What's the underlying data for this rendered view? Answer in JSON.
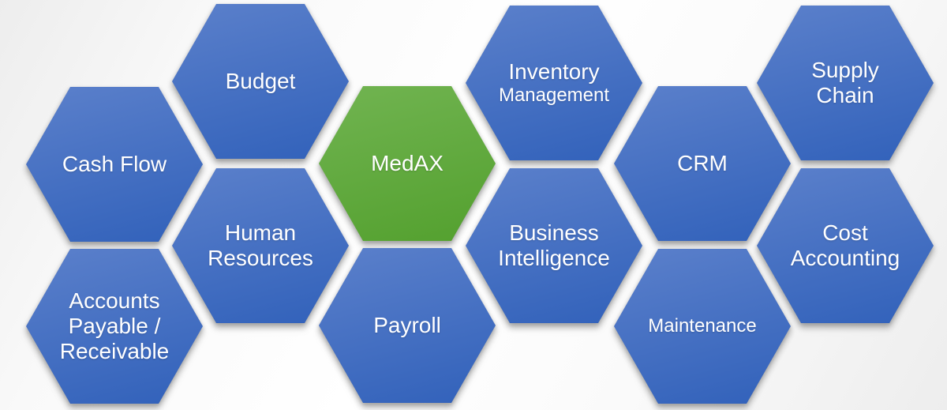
{
  "diagram": {
    "type": "honeycomb-hexagon-diagram",
    "center_node": "MedAX",
    "module_count": 11
  },
  "colors": {
    "hex_blue_top": "#5b80cb",
    "hex_blue_bottom": "#3161ba",
    "hex_green_top": "#71b451",
    "hex_green_bottom": "#53a02e",
    "label_text": "#ffffff",
    "background_corner": "#ededed",
    "background_center": "#ffffff"
  },
  "tiles": [
    {
      "id": "cash-flow",
      "label": "Cash Flow",
      "sublabel": "",
      "variant": "blue",
      "size": "normal"
    },
    {
      "id": "budget",
      "label": "Budget",
      "sublabel": "",
      "variant": "blue",
      "size": "normal"
    },
    {
      "id": "medax",
      "label": "MedAX",
      "sublabel": "",
      "variant": "green",
      "size": "normal"
    },
    {
      "id": "inventory-management",
      "label": "Inventory",
      "sublabel": "Management",
      "variant": "blue",
      "size": "normal"
    },
    {
      "id": "crm",
      "label": "CRM",
      "sublabel": "",
      "variant": "blue",
      "size": "normal"
    },
    {
      "id": "supply-chain",
      "label": "Supply\nChain",
      "sublabel": "",
      "variant": "blue",
      "size": "normal"
    },
    {
      "id": "human-resources",
      "label": "Human\nResources",
      "sublabel": "",
      "variant": "blue",
      "size": "normal"
    },
    {
      "id": "business-intelligence",
      "label": "Business\nIntelligence",
      "sublabel": "",
      "variant": "blue",
      "size": "normal"
    },
    {
      "id": "cost-accounting",
      "label": "Cost\nAccounting",
      "sublabel": "",
      "variant": "blue",
      "size": "normal"
    },
    {
      "id": "accounts-payable-receivable",
      "label": "Accounts\nPayable /\nReceivable",
      "sublabel": "",
      "variant": "blue",
      "size": "normal"
    },
    {
      "id": "payroll",
      "label": "Payroll",
      "sublabel": "",
      "variant": "blue",
      "size": "normal"
    },
    {
      "id": "maintenance",
      "label": "Maintenance",
      "sublabel": "",
      "variant": "blue",
      "size": "small"
    }
  ]
}
